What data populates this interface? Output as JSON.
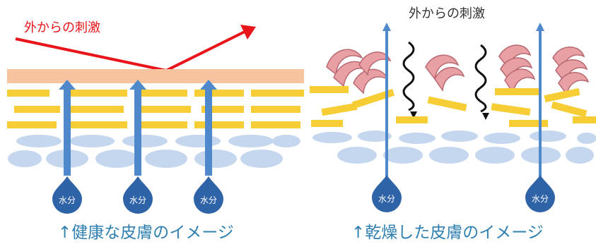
{
  "left_panel": {
    "stimulus_label": "外からの刺激",
    "water_label": "水分",
    "caption": "↑健康な皮膚のイメージ"
  },
  "right_panel": {
    "stimulus_label": "外からの刺激",
    "water_label": "水分",
    "caption": "↑乾燥した皮膚のイメージ"
  },
  "colors": {
    "stratum_corneum_top": "#f6c39e",
    "lipid_bar": "#f7cd36",
    "cell_oval": "#c5d7ee",
    "water_drop": "#2f63a8",
    "water_arrow": "#4f89cc",
    "stimulus_arrow": "#e8161b",
    "irritant": "#e8a0a4",
    "caption_text": "#2f7fb0"
  }
}
